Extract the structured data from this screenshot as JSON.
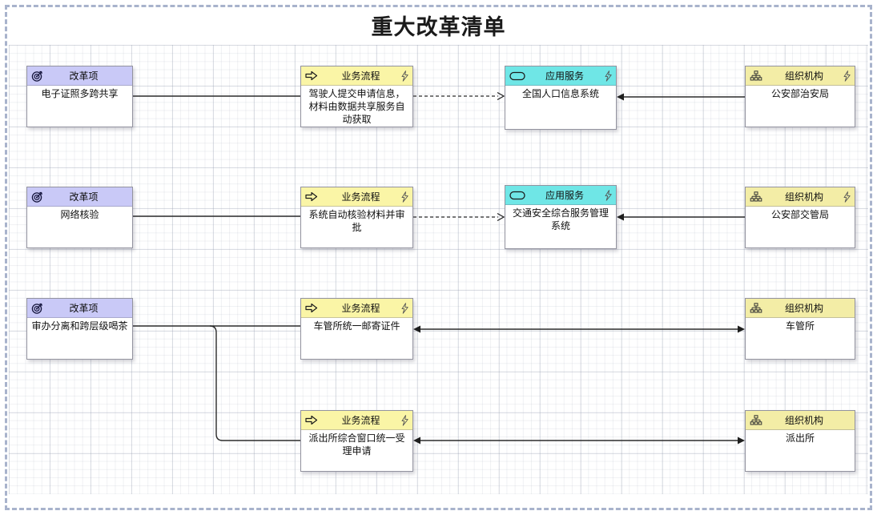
{
  "title": "重大改革清单",
  "canvas": {
    "background": "#ffffff",
    "border_color": "#a8b3cc",
    "line_color": "#2b2b2b"
  },
  "node_types": {
    "reform": {
      "label": "改革项",
      "header_color": "#c9c9f7",
      "icon": "target"
    },
    "process": {
      "label": "业务流程",
      "header_color": "#faf5a6",
      "icon": "arrow-right"
    },
    "service": {
      "label": "应用服务",
      "header_color": "#6fe6e6",
      "icon": "stadium"
    },
    "org": {
      "label": "组织机构",
      "header_color": "#f3eda6",
      "icon": "org-chart"
    }
  },
  "nodes": [
    {
      "id": "reform-1",
      "type": "reform",
      "name": "电子证照多跨共享",
      "bolt": false
    },
    {
      "id": "process-1",
      "type": "process",
      "name": "驾驶人提交申请信息，材料由数据共享服务自动获取",
      "bolt": true
    },
    {
      "id": "service-1",
      "type": "service",
      "name": "全国人口信息系统",
      "bolt": true
    },
    {
      "id": "org-1",
      "type": "org",
      "name": "公安部治安局",
      "bolt": true
    },
    {
      "id": "reform-2",
      "type": "reform",
      "name": "网络核验",
      "bolt": false
    },
    {
      "id": "process-2",
      "type": "process",
      "name": "系统自动核验材料并审批",
      "bolt": true
    },
    {
      "id": "service-2",
      "type": "service",
      "name": "交通安全综合服务管理系统",
      "bolt": true
    },
    {
      "id": "org-2",
      "type": "org",
      "name": "公安部交管局",
      "bolt": true
    },
    {
      "id": "reform-3",
      "type": "reform",
      "name": "审办分离和跨层级喝茶",
      "bolt": false
    },
    {
      "id": "process-3",
      "type": "process",
      "name": "车管所统一邮寄证件",
      "bolt": true
    },
    {
      "id": "org-3",
      "type": "org",
      "name": "车管所",
      "bolt": false
    },
    {
      "id": "process-4",
      "type": "process",
      "name": "派出所综合窗口统一受理申请",
      "bolt": true
    },
    {
      "id": "org-4",
      "type": "org",
      "name": "派出所",
      "bolt": false
    }
  ],
  "edges": [
    {
      "from": "reform-1",
      "to": "process-1",
      "relation": "line"
    },
    {
      "from": "process-1",
      "to": "service-1",
      "relation": "dashed-arrow"
    },
    {
      "from": "org-1",
      "to": "service-1",
      "relation": "arrow"
    },
    {
      "from": "reform-2",
      "to": "process-2",
      "relation": "line"
    },
    {
      "from": "process-2",
      "to": "service-2",
      "relation": "dashed-arrow"
    },
    {
      "from": "org-2",
      "to": "service-2",
      "relation": "arrow"
    },
    {
      "from": "reform-3",
      "to": "process-3",
      "relation": "line"
    },
    {
      "from": "process-3",
      "to": "org-3",
      "relation": "double-arrow"
    },
    {
      "from": "reform-3",
      "to": "process-4",
      "relation": "line"
    },
    {
      "from": "process-4",
      "to": "org-4",
      "relation": "double-arrow"
    }
  ]
}
